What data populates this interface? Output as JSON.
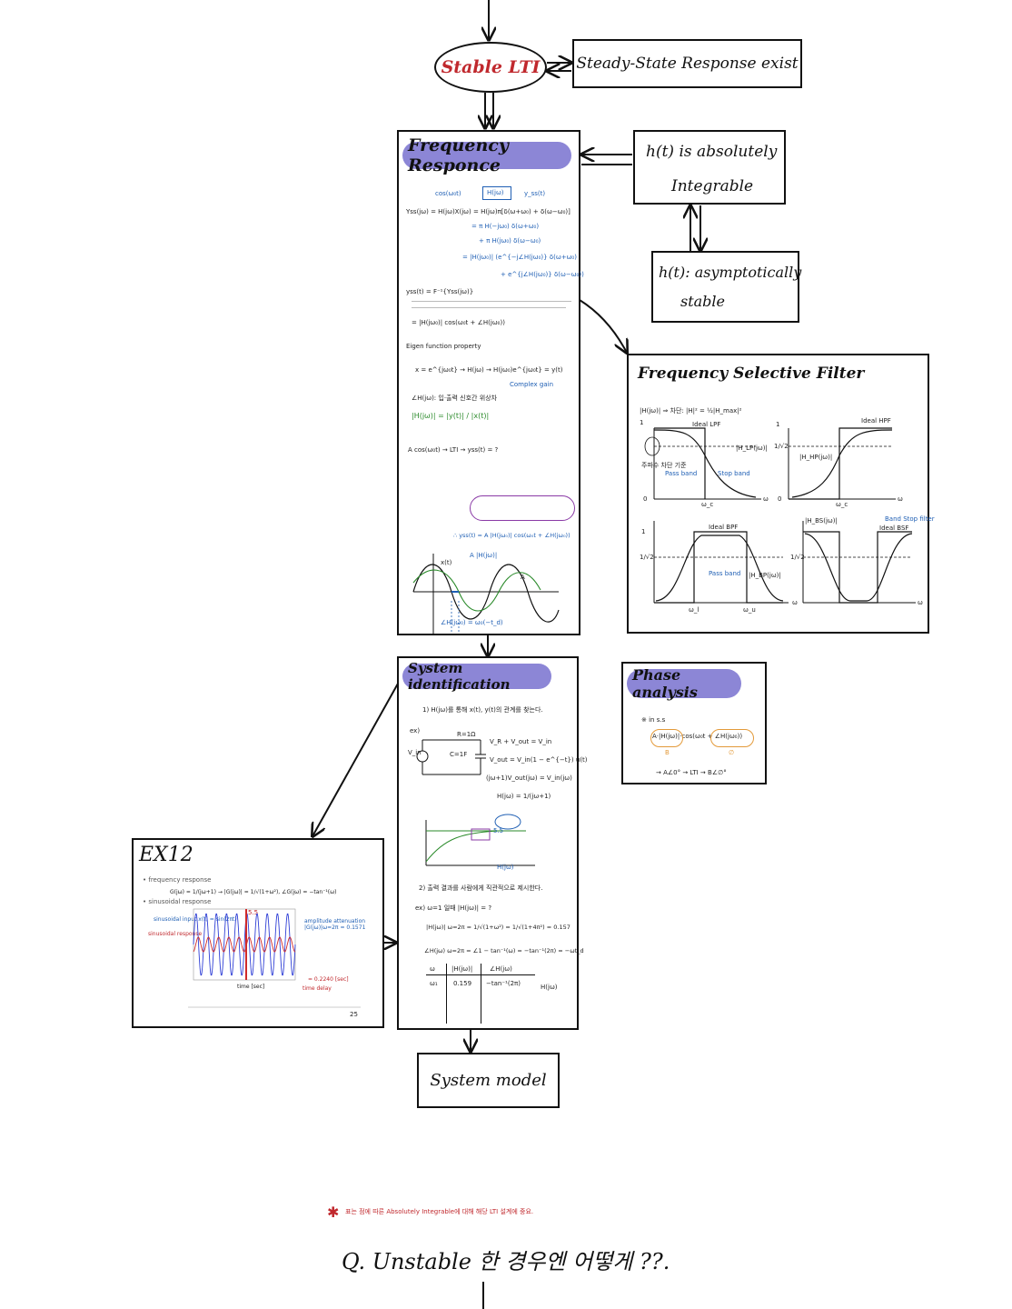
{
  "nodes": {
    "stable_lti": "Stable LTI",
    "steady_state": "Steady-State Response exist",
    "frequency_response": "Frequency Responce",
    "h_abs_integrable_line1": "h(t) is absolutely",
    "h_abs_integrable_line2": "Integrable",
    "h_asymp_line1": "h(t): asymptotically",
    "h_asymp_line2": "stable",
    "freq_selective_filter": "Frequency Selective Filter",
    "system_identification": "System identification",
    "phase_analysis": "Phase analysis",
    "ex12": "EX12",
    "system_model": "System model"
  },
  "freq_response_notes": {
    "block_input": "cos(ω₀t)",
    "block": "H(jω)",
    "block_output": "y_ss(t)",
    "eq1": "Yss(jω) = H(jω)X(jω) = H(jω)π[δ(ω+ω₀) + δ(ω−ω₀)]",
    "eq2": "= π H(−jω₀) δ(ω+ω₀)",
    "eq3": "+ π H(jω₀) δ(ω−ω₀)",
    "eq4": "= |H(jω₀)| (e^{−j∠H(jω₀)} δ(ω+ω₀)",
    "eq5": "+ e^{j∠H(jω₀)} δ(ω−ω₀))",
    "yss": "yss(t) = F⁻¹{Yss(jω)}",
    "yss2": "= |H(jω₀)| cos(ω₀t + ∠H(jω₀))",
    "eigen": "Eigen function property",
    "eigen_eq": "x = e^{jω₀t} → H(jω) → H(jω₀)e^{jω₀t} = y(t)",
    "complex_gain": "Complex gain",
    "phase_note": "∠H(jω): 입·출력 신호간 위상차",
    "mag_note": "|H(jω)| = |y(t)| / |x(t)|",
    "ac_in": "A cos(ω₀t) → LTI → yss(t) = ?",
    "result": "∴ yss(t) = A |H(jω₀)| cos(ω₀t + ∠H(jω₀))",
    "plot_a": "A |H(jω)|",
    "plot_x": "x(t)",
    "plot_phase": "∠H(jω₀) = ω₀(−t_d)",
    "plot_amp": "A"
  },
  "filter": {
    "header_note": "|H(jω)| ⇒ 차단: |H|² = ½|H_max|²",
    "lpf": "Ideal LPF",
    "hpf": "Ideal HPF",
    "bpf": "Ideal BPF",
    "bsf": "Ideal BSF",
    "band_stop": "Band Stop filter",
    "lpf_curve": "|H_LP(jω)|",
    "hpf_curve": "|H_HP(jω)|",
    "bpf_curve": "|H_BP(jω)|",
    "bsf_curve": "|H_BS(jω)|",
    "pass_band": "Pass band",
    "stop_band": "Stop band",
    "cutoff_note": "주파수 차단 기준",
    "half": "1/√2",
    "one": "1",
    "zero": "0",
    "w": "ω",
    "wc": "ω_c",
    "wl": "ω_l",
    "wu": "ω_u"
  },
  "sysid": {
    "step1": "1) H(jω)를 통해 x(t), y(t)의 관계를 찾는다.",
    "ex": "ex)",
    "r": "R=1Ω",
    "c": "C=1F",
    "vin": "V_in",
    "eq_a": "V_R + V_out = V_in",
    "eq_b": "V_out = V_in(1 − e^{−t}) u(t)",
    "eq_c": "(jω+1)V_out(jω) = V_in(jω)",
    "eq_d": "H(jω) = 1/(jω+1)",
    "ss": "5.5",
    "step2": "2) 출력 결과를 사람에게 직관적으로 제시한다.",
    "ex2": "ex) ω=1 일때 |H(jω)| = ?",
    "eq_e": "|H(jω)| ω=2π = 1/√(1+ω²) = 1/√(1+4π²) = 0.157",
    "eq_f": "∠H(jω) ω=2π = ∠1 − tan⁻¹(ω) = −tan⁻¹(2π) = −ωt_d",
    "th_w": "ω",
    "th_mag": "|H(jω)|",
    "th_ph": "∠H(jω)",
    "row1_w": "ω₁",
    "row1_mag": "0.159",
    "row1_ph": "−tan⁻¹(2π)",
    "hjw": "H(jω)"
  },
  "phase": {
    "line1": "※ in s.s",
    "line2": "A·|H(jω)|·cos(ω₀t + ∠H(jω₀))",
    "line3": "B",
    "line4": "∅",
    "line5": "→ A∠0° → LTI → B∠∅°"
  },
  "ex12_notes": {
    "b1": "• frequency response",
    "b1_eq": "G(jω) = 1/(jω+1) → |G(jω)| = 1/√(1+ω²), ∠G(jω) = −tan⁻¹(ω)",
    "b2": "• sinusoidal response",
    "input": "sinusoidal input x(t) = sin(2πt)",
    "response": "sinusoidal response",
    "attenuation": "amplitude attenuation |G(jω)|ω=2π = 0.1571",
    "time_delay": "time delay",
    "td_val": "= 0.2240 [sec]",
    "time": "time [sec]",
    "ss": "5.5",
    "page": "25"
  },
  "bottom": {
    "star_note": "표는 점에 따른 Absolutely Integrable에 대해 해당 LTI 설계에 중요.",
    "question": "Q. Unstable 한 경우엔 어떻게 ??."
  },
  "colors": {
    "highlight": "#8c86d6",
    "red": "#c0282d",
    "blue": "#1f5fb4",
    "green": "#2a8a2a",
    "purple": "#8a3aa6",
    "orange": "#e39a3a"
  }
}
